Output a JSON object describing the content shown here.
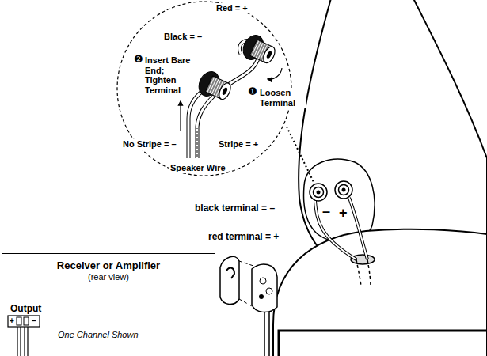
{
  "diagram": {
    "nodes": [
      {
        "text": [
          "Receiver or Amplifier",
          "(rear view)"
        ]
      }
    ],
    "labels": [
      "Red = +",
      "Black = –",
      "❶",
      "Loosen Terminal",
      "❷",
      "Insert Bare End; Tighten Terminal",
      "No Stripe = –",
      "Stripe = +",
      "Speaker Wire",
      "–",
      "+",
      "black terminal = –",
      "red terminal = +",
      "Output",
      "+",
      "–",
      "One Channel Shown"
    ]
  }
}
